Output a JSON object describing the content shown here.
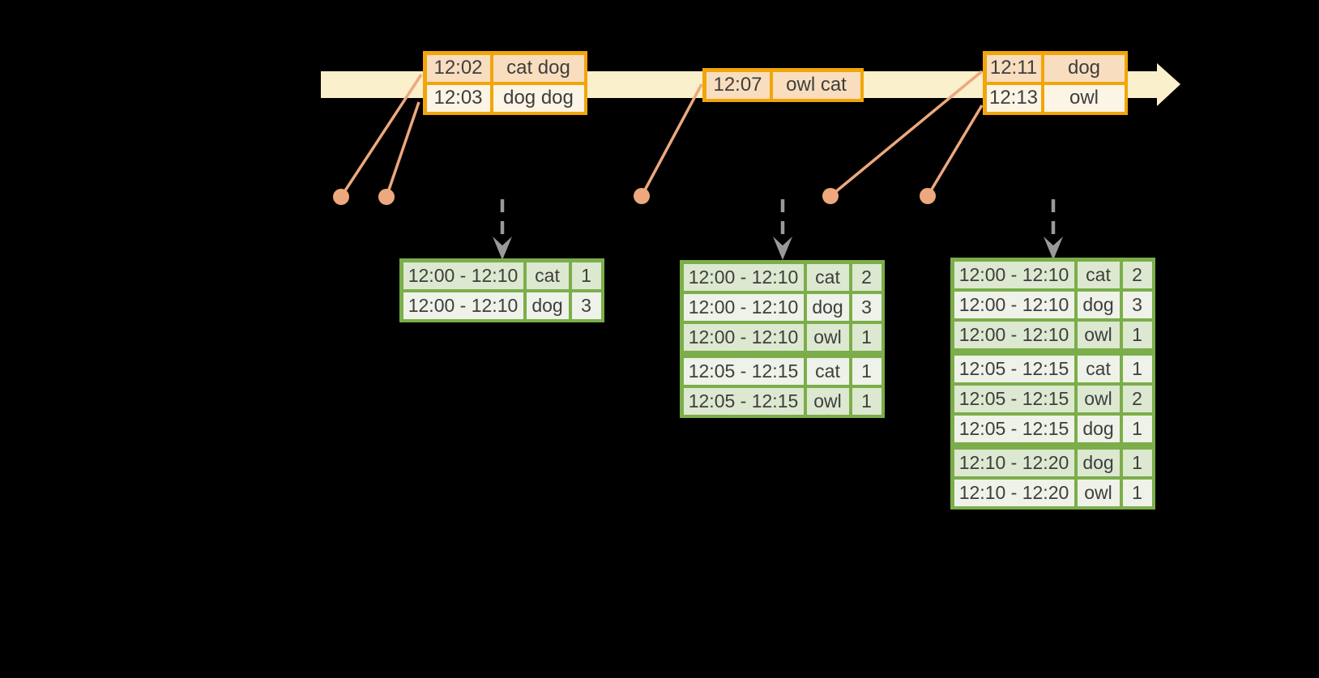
{
  "diagram": {
    "events": [
      {
        "rows": [
          {
            "time": "12:02",
            "words": "cat dog"
          },
          {
            "time": "12:03",
            "words": "dog dog"
          }
        ]
      },
      {
        "rows": [
          {
            "time": "12:07",
            "words": "owl cat"
          }
        ]
      },
      {
        "rows": [
          {
            "time": "12:11",
            "words": "dog"
          },
          {
            "time": "12:13",
            "words": "owl"
          }
        ]
      }
    ],
    "results": [
      {
        "rows": [
          {
            "window": "12:00 - 12:10",
            "word": "cat",
            "count": "1"
          },
          {
            "window": "12:00 - 12:10",
            "word": "dog",
            "count": "3"
          }
        ]
      },
      {
        "rows": [
          {
            "window": "12:00 - 12:10",
            "word": "cat",
            "count": "2"
          },
          {
            "window": "12:00 - 12:10",
            "word": "dog",
            "count": "3"
          },
          {
            "window": "12:00 - 12:10",
            "word": "owl",
            "count": "1"
          },
          {
            "window": "12:05 - 12:15",
            "word": "cat",
            "count": "1"
          },
          {
            "window": "12:05 - 12:15",
            "word": "owl",
            "count": "1"
          }
        ]
      },
      {
        "rows": [
          {
            "window": "12:00 - 12:10",
            "word": "cat",
            "count": "2"
          },
          {
            "window": "12:00 - 12:10",
            "word": "dog",
            "count": "3"
          },
          {
            "window": "12:00 - 12:10",
            "word": "owl",
            "count": "1"
          },
          {
            "window": "12:05 - 12:15",
            "word": "cat",
            "count": "1"
          },
          {
            "window": "12:05 - 12:15",
            "word": "owl",
            "count": "2"
          },
          {
            "window": "12:05 - 12:15",
            "word": "dog",
            "count": "1"
          },
          {
            "window": "12:10 - 12:20",
            "word": "dog",
            "count": "1"
          },
          {
            "window": "12:10 - 12:20",
            "word": "owl",
            "count": "1"
          }
        ]
      }
    ],
    "colors": {
      "background": "#000000",
      "timeline_band": "#FAF0CB",
      "event_border": "#F2A50A",
      "event_row_dark": "#F8DEBE",
      "event_row_light": "#FCF4E5",
      "marker": "#EDA87D",
      "result_border": "#7BAE4A",
      "result_row_dark": "#DDE8D0",
      "result_row_light": "#EEF2E8",
      "trigger_arrow": "#999999",
      "text": "#3E3E3E"
    }
  }
}
